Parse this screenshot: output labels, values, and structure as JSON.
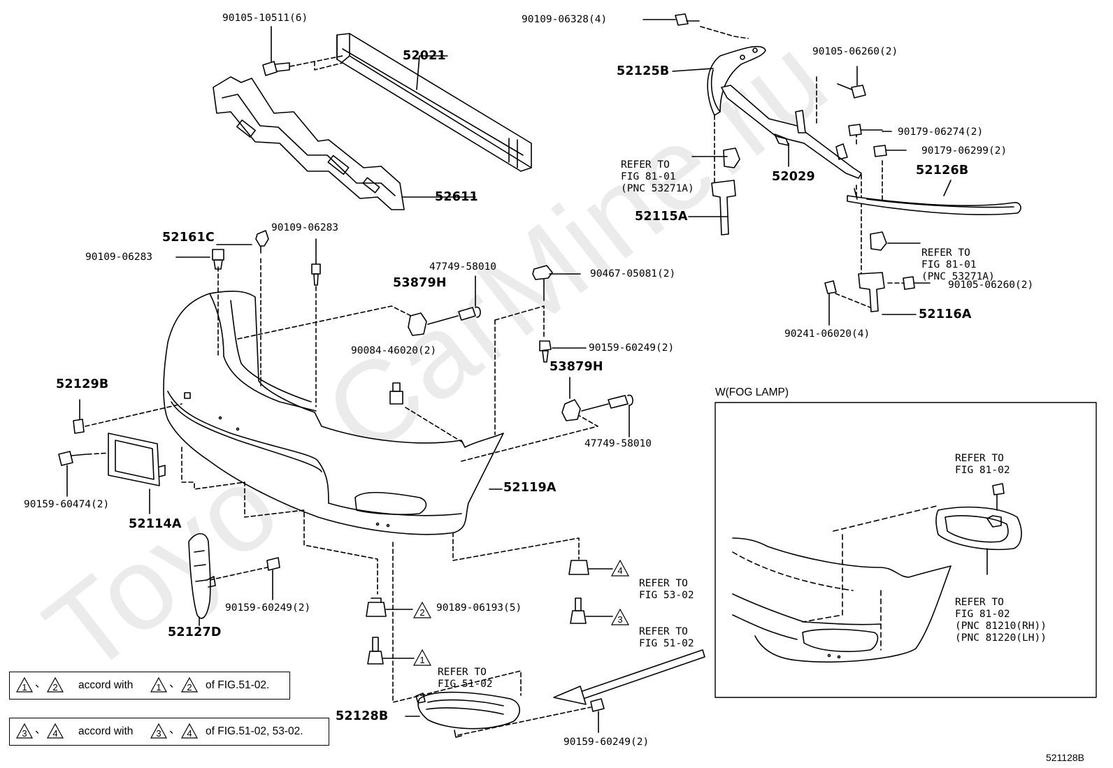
{
  "watermark": "ToyotaCarMine.ru",
  "figure_code": "521128B",
  "inset_title": "W(FOG LAMP)",
  "legend": [
    {
      "left": "1",
      "sep": "、",
      "right": "2",
      "accord": "accord with",
      "left2": "1",
      "sep2": "、",
      "right2": "2",
      "tail": "of FIG.51-02."
    },
    {
      "left": "3",
      "sep": "、",
      "right": "4",
      "accord": "accord with",
      "left2": "3",
      "sep2": "、",
      "right2": "4",
      "tail": "of FIG.51-02, 53-02."
    }
  ],
  "part_numbers": {
    "p52021": "52021",
    "p52611": "52611",
    "p52161C": "52161C",
    "p53879H_a": "53879H",
    "p53879H_b": "53879H",
    "p52129B": "52129B",
    "p52114A": "52114A",
    "p52119A": "52119A",
    "p52127D": "52127D",
    "p52128B": "52128B",
    "p52125B": "52125B",
    "p52029": "52029",
    "p52126B": "52126B",
    "p52115A": "52115A",
    "p52116A": "52116A"
  },
  "fasteners": {
    "f1": "90105-10511(6)",
    "f2": "90109-06283",
    "f3": "90109-06283",
    "f4": "47749-58010",
    "f5": "90467-05081(2)",
    "f6": "90084-46020(2)",
    "f7": "90159-60249(2)",
    "f8": "47749-58010",
    "f9": "90159-60474(2)",
    "f10": "90159-60249(2)",
    "f11": "90189-06193(5)",
    "f12": "90159-60249(2)",
    "f13": "90109-06328(4)",
    "f14": "90105-06260(2)",
    "f15": "90179-06274(2)",
    "f16": "90179-06299(2)",
    "f17": "90105-06260(2)",
    "f18": "90241-06020(4)"
  },
  "refers": {
    "r1": {
      "l1": "REFER TO",
      "l2": "FIG 81-01",
      "l3": "(PNC 53271A)"
    },
    "r2": {
      "l1": "REFER TO",
      "l2": "FIG 81-01",
      "l3": "(PNC 53271A)"
    },
    "r3": {
      "l1": "REFER TO",
      "l2": "FIG 53-02",
      "mark": "4"
    },
    "r4": {
      "l1": "REFER TO",
      "l2": "FIG 51-02",
      "mark": "3"
    },
    "r5": {
      "l1": "REFER TO",
      "l2": "FIG 51-02",
      "mark": "1"
    },
    "r6": {
      "l1": "REFER TO",
      "l2": "FIG 81-02"
    },
    "r7": {
      "l1": "REFER TO",
      "l2": "FIG 81-02",
      "l3": "(PNC 81210(RH))",
      "l4": "(PNC 81220(LH))"
    }
  },
  "marks": {
    "m2": "2"
  }
}
